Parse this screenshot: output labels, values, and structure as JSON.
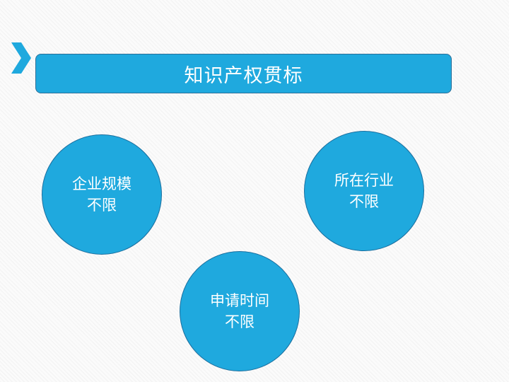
{
  "colors": {
    "accent": "#1fa9de",
    "chevron": "#1fa9de",
    "border": "#2c6f98",
    "text": "#ffffff"
  },
  "icons": {
    "chevron": "chevron-right-icon"
  },
  "header": {
    "title": "知识产权贯标"
  },
  "circles": [
    {
      "line1": "企业规模",
      "line2": "不限"
    },
    {
      "line1": "所在行业",
      "line2": "不限"
    },
    {
      "line1": "申请时间",
      "line2": "不限"
    }
  ]
}
